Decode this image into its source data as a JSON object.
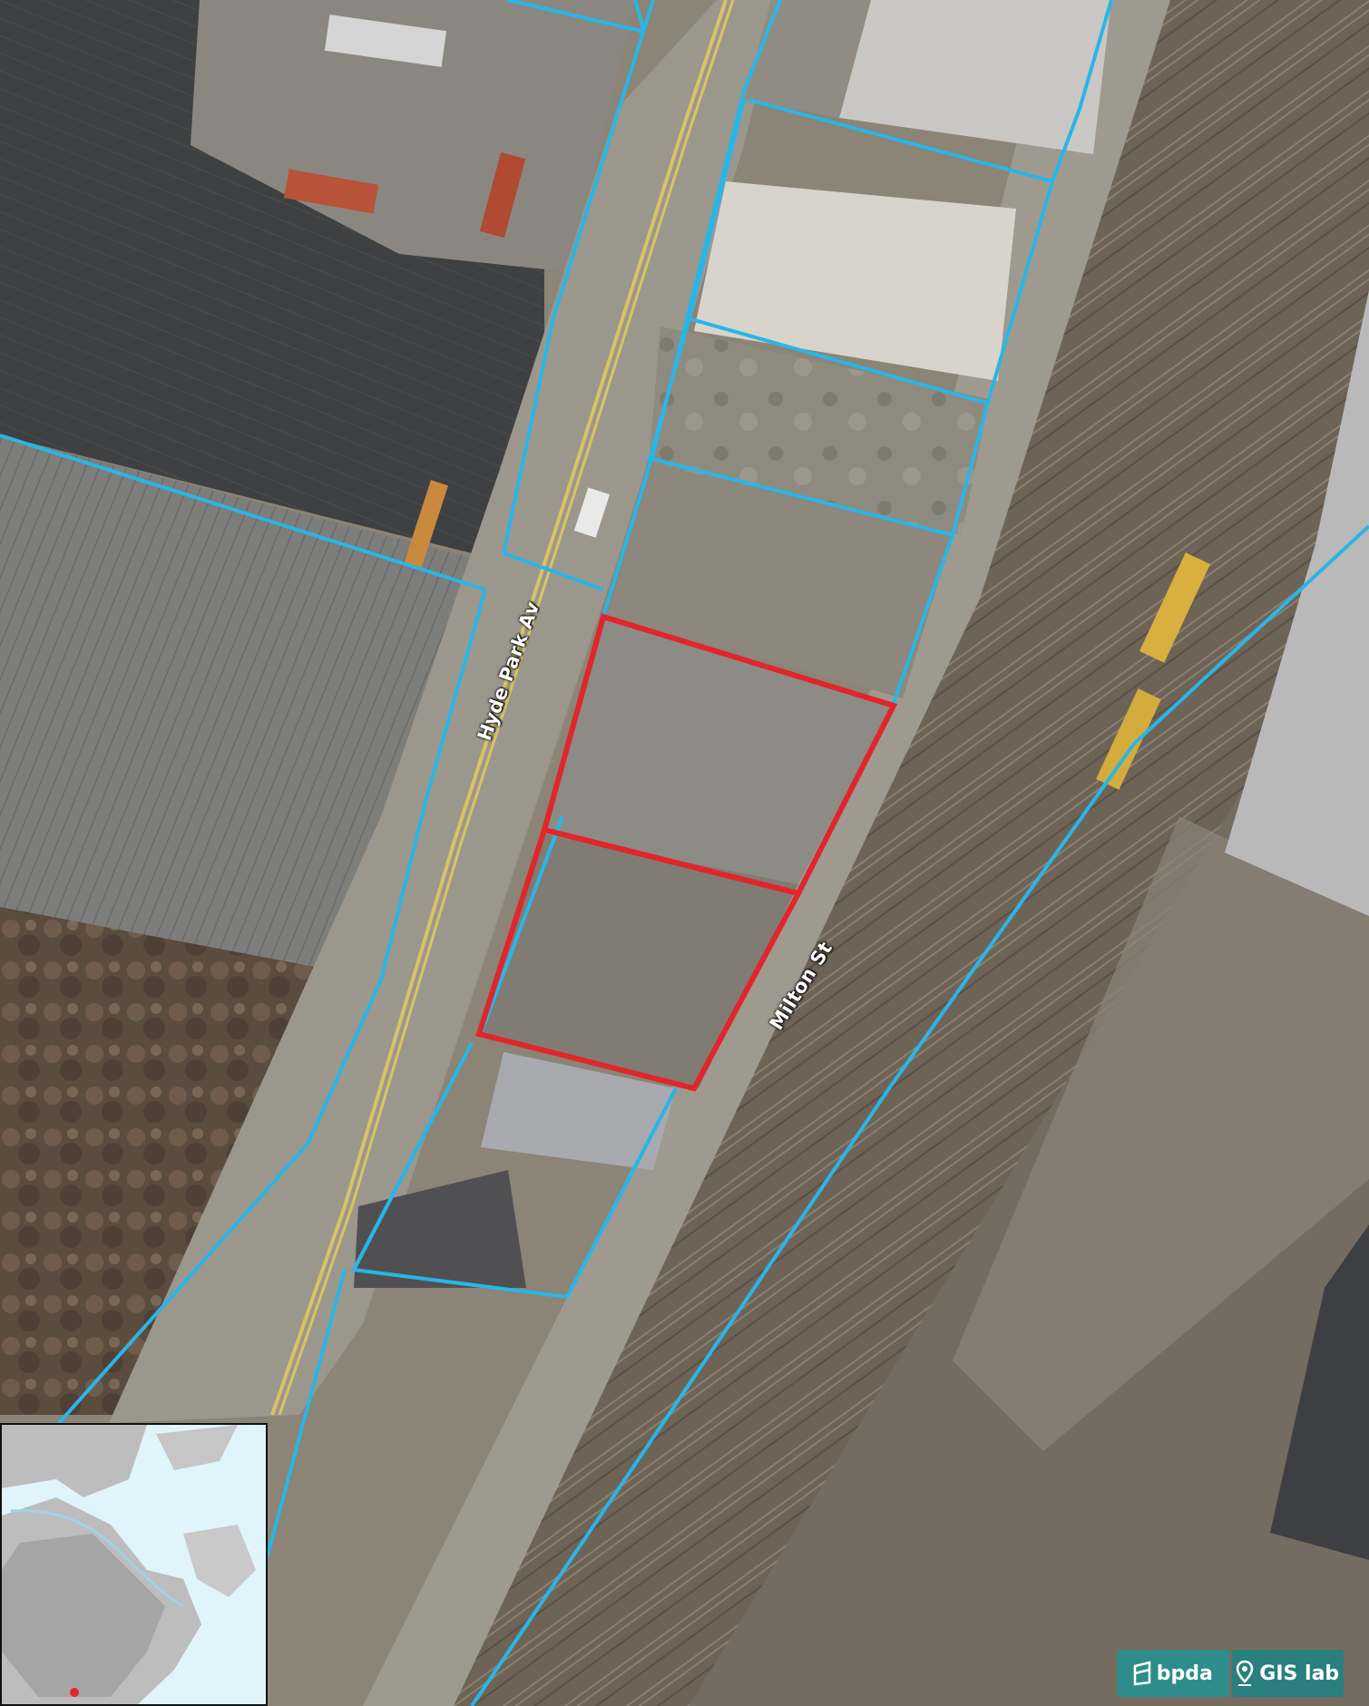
{
  "map": {
    "streets": [
      {
        "id": "hyde-park-av",
        "label": "Hyde Park Av"
      },
      {
        "id": "milton-st",
        "label": "Milton St"
      }
    ],
    "highlighted_parcels": 2,
    "colors": {
      "parcel_outline": "#29b6e6",
      "highlight_outline": "#e0262c",
      "road": "#9b978d",
      "rail_ballast": "#7d7264",
      "inset_water": "#dff5fb",
      "inset_land": "#bdbdbd",
      "inset_marker": "#e0262c"
    }
  },
  "branding": {
    "bpda_label": "bpda",
    "gis_label": "GIS lab",
    "color": "#2e8d8b"
  },
  "inset": {
    "icon": "boston-locator-map",
    "marker": "site-location-dot"
  }
}
